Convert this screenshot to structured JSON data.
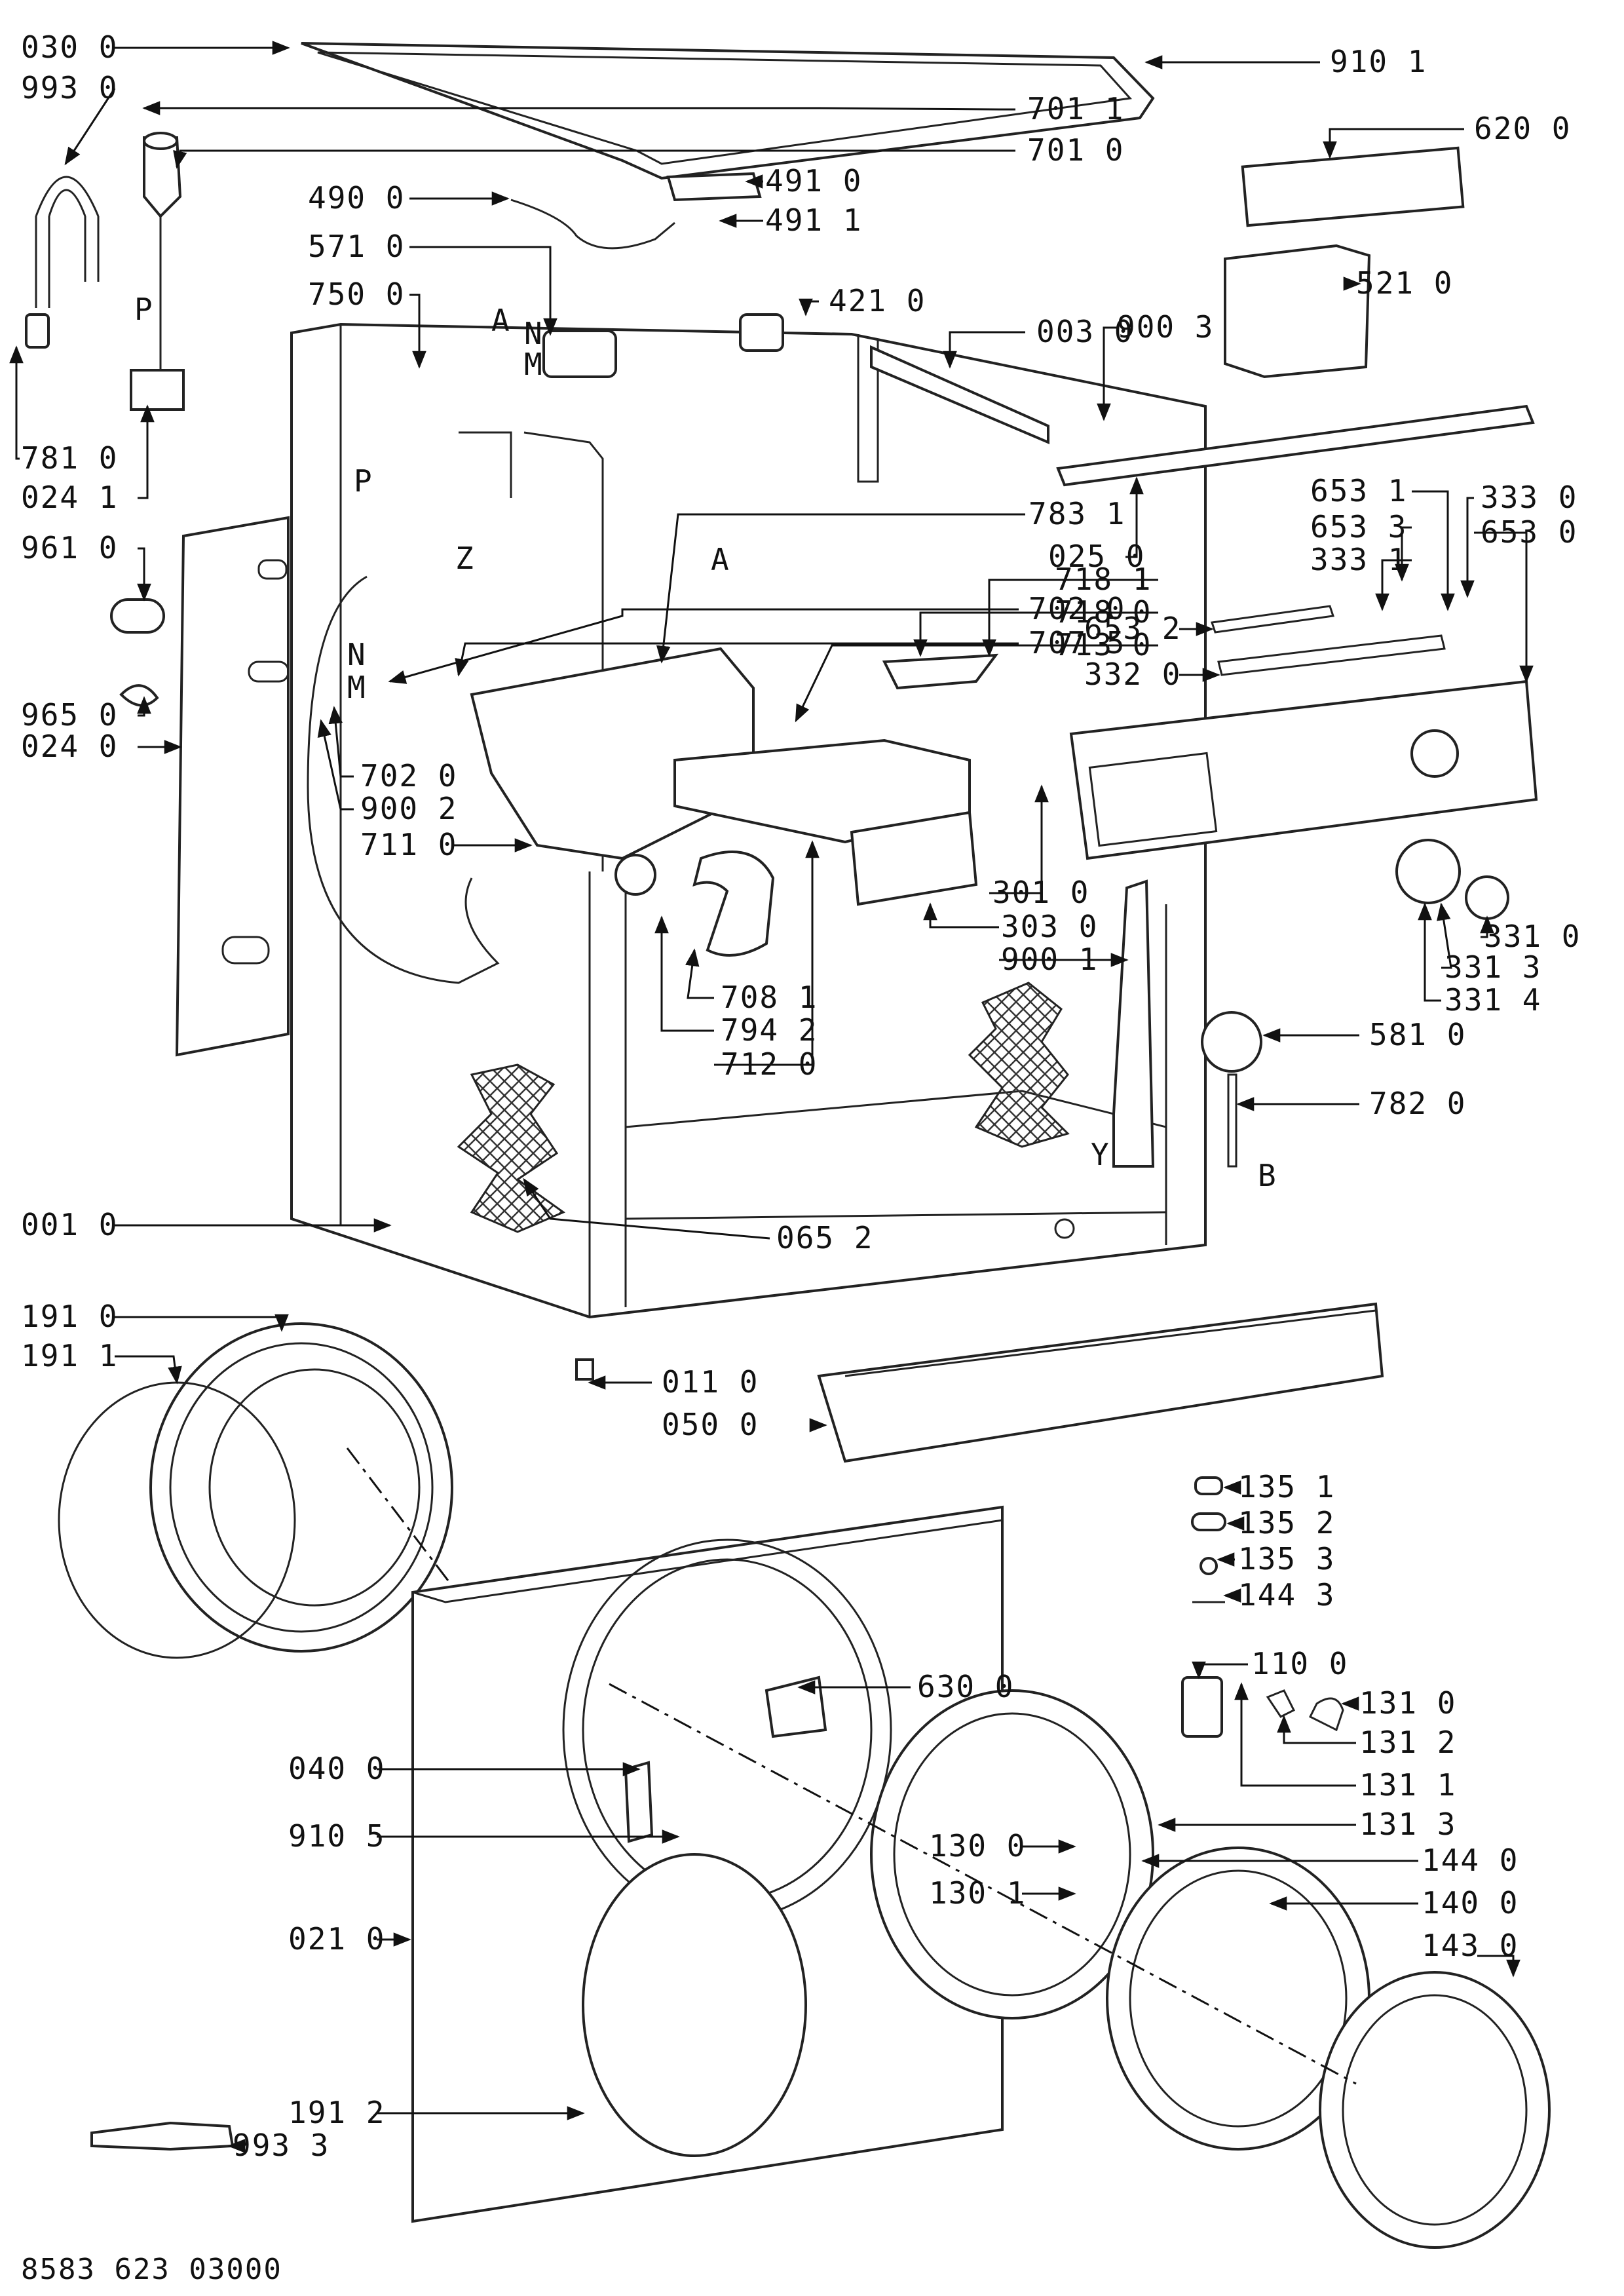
{
  "diagram": {
    "code": "8583 623 03000",
    "letters": [
      "A",
      "A",
      "B",
      "N",
      "M",
      "N",
      "M",
      "P",
      "P",
      "Z",
      "Y"
    ],
    "parts": [
      {
        "id": "030",
        "sub": "0"
      },
      {
        "id": "993",
        "sub": "0"
      },
      {
        "id": "701",
        "sub": "1"
      },
      {
        "id": "701",
        "sub": "0"
      },
      {
        "id": "490",
        "sub": "0"
      },
      {
        "id": "571",
        "sub": "0"
      },
      {
        "id": "750",
        "sub": "0"
      },
      {
        "id": "781",
        "sub": "0"
      },
      {
        "id": "024",
        "sub": "1"
      },
      {
        "id": "961",
        "sub": "0"
      },
      {
        "id": "965",
        "sub": "0"
      },
      {
        "id": "024",
        "sub": "0"
      },
      {
        "id": "702",
        "sub": "0"
      },
      {
        "id": "707",
        "sub": "5"
      },
      {
        "id": "702",
        "sub": "0"
      },
      {
        "id": "900",
        "sub": "2"
      },
      {
        "id": "711",
        "sub": "0"
      },
      {
        "id": "001",
        "sub": "0"
      },
      {
        "id": "191",
        "sub": "0"
      },
      {
        "id": "191",
        "sub": "1"
      },
      {
        "id": "040",
        "sub": "0"
      },
      {
        "id": "910",
        "sub": "5"
      },
      {
        "id": "021",
        "sub": "0"
      },
      {
        "id": "191",
        "sub": "2"
      },
      {
        "id": "993",
        "sub": "3"
      },
      {
        "id": "910",
        "sub": "1"
      },
      {
        "id": "620",
        "sub": "0"
      },
      {
        "id": "491",
        "sub": "0"
      },
      {
        "id": "491",
        "sub": "1"
      },
      {
        "id": "521",
        "sub": "0"
      },
      {
        "id": "421",
        "sub": "0"
      },
      {
        "id": "003",
        "sub": "0"
      },
      {
        "id": "900",
        "sub": "3"
      },
      {
        "id": "025",
        "sub": "0"
      },
      {
        "id": "783",
        "sub": "1"
      },
      {
        "id": "718",
        "sub": "1"
      },
      {
        "id": "718",
        "sub": "0"
      },
      {
        "id": "713",
        "sub": "0"
      },
      {
        "id": "653",
        "sub": "1"
      },
      {
        "id": "653",
        "sub": "3"
      },
      {
        "id": "333",
        "sub": "0"
      },
      {
        "id": "333",
        "sub": "1"
      },
      {
        "id": "653",
        "sub": "0"
      },
      {
        "id": "653",
        "sub": "2"
      },
      {
        "id": "332",
        "sub": "0"
      },
      {
        "id": "301",
        "sub": "0"
      },
      {
        "id": "303",
        "sub": "0"
      },
      {
        "id": "900",
        "sub": "1"
      },
      {
        "id": "331",
        "sub": "0"
      },
      {
        "id": "331",
        "sub": "3"
      },
      {
        "id": "331",
        "sub": "4"
      },
      {
        "id": "708",
        "sub": "1"
      },
      {
        "id": "794",
        "sub": "2"
      },
      {
        "id": "712",
        "sub": "0"
      },
      {
        "id": "581",
        "sub": "0"
      },
      {
        "id": "782",
        "sub": "0"
      },
      {
        "id": "065",
        "sub": "2"
      },
      {
        "id": "011",
        "sub": "0"
      },
      {
        "id": "050",
        "sub": "0"
      },
      {
        "id": "135",
        "sub": "1"
      },
      {
        "id": "135",
        "sub": "2"
      },
      {
        "id": "135",
        "sub": "3"
      },
      {
        "id": "144",
        "sub": "3"
      },
      {
        "id": "110",
        "sub": "0"
      },
      {
        "id": "630",
        "sub": "0"
      },
      {
        "id": "131",
        "sub": "0"
      },
      {
        "id": "131",
        "sub": "2"
      },
      {
        "id": "131",
        "sub": "1"
      },
      {
        "id": "131",
        "sub": "3"
      },
      {
        "id": "130",
        "sub": "0"
      },
      {
        "id": "144",
        "sub": "0"
      },
      {
        "id": "140",
        "sub": "0"
      },
      {
        "id": "130",
        "sub": "1"
      },
      {
        "id": "143",
        "sub": "0"
      }
    ]
  }
}
